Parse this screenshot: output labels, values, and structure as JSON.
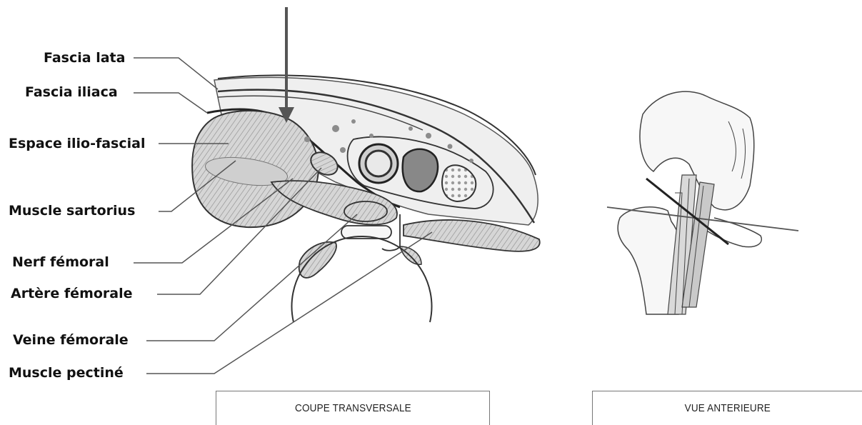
{
  "labels": {
    "fascia_lata": "Fascia lata",
    "fascia_iliaca": "Fascia iliaca",
    "espace_ilio_fascial": "Espace ilio-fascial",
    "muscle_sartorius": "Muscle sartorius",
    "nerf_femoral": "Nerf fémoral",
    "artere_femorale": "Artère fémorale",
    "veine_femorale": "Veine fémorale",
    "muscle_pectine": "Muscle pectiné"
  },
  "captions": {
    "transverse": "COUPE TRANSVERSALE",
    "anterior": "VUE ANTERIEURE"
  },
  "colors": {
    "line": "#555555",
    "outline": "#333333",
    "shade": "#bdbdbd",
    "light_fill": "#ececec"
  }
}
